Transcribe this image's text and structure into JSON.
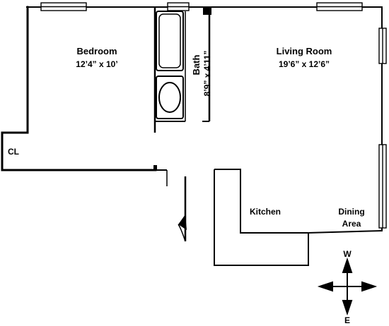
{
  "plan": {
    "rooms": [
      {
        "id": "bedroom",
        "name": "Bedroom",
        "dimensions": "12’4” x 10’"
      },
      {
        "id": "living-room",
        "name": "Living Room",
        "dimensions": "19’6” x 12’6”"
      },
      {
        "id": "bath",
        "name": "Bath",
        "dimensions": "8’9” x 4’11”"
      },
      {
        "id": "kitchen",
        "name": "Kitchen"
      },
      {
        "id": "dining-area",
        "name_line1": "Dining",
        "name_line2": "Area"
      }
    ],
    "closet_label": "CL",
    "compass": {
      "top": "W",
      "bottom": "E"
    }
  },
  "colors": {
    "walls": "#000000",
    "background": "#ffffff"
  }
}
